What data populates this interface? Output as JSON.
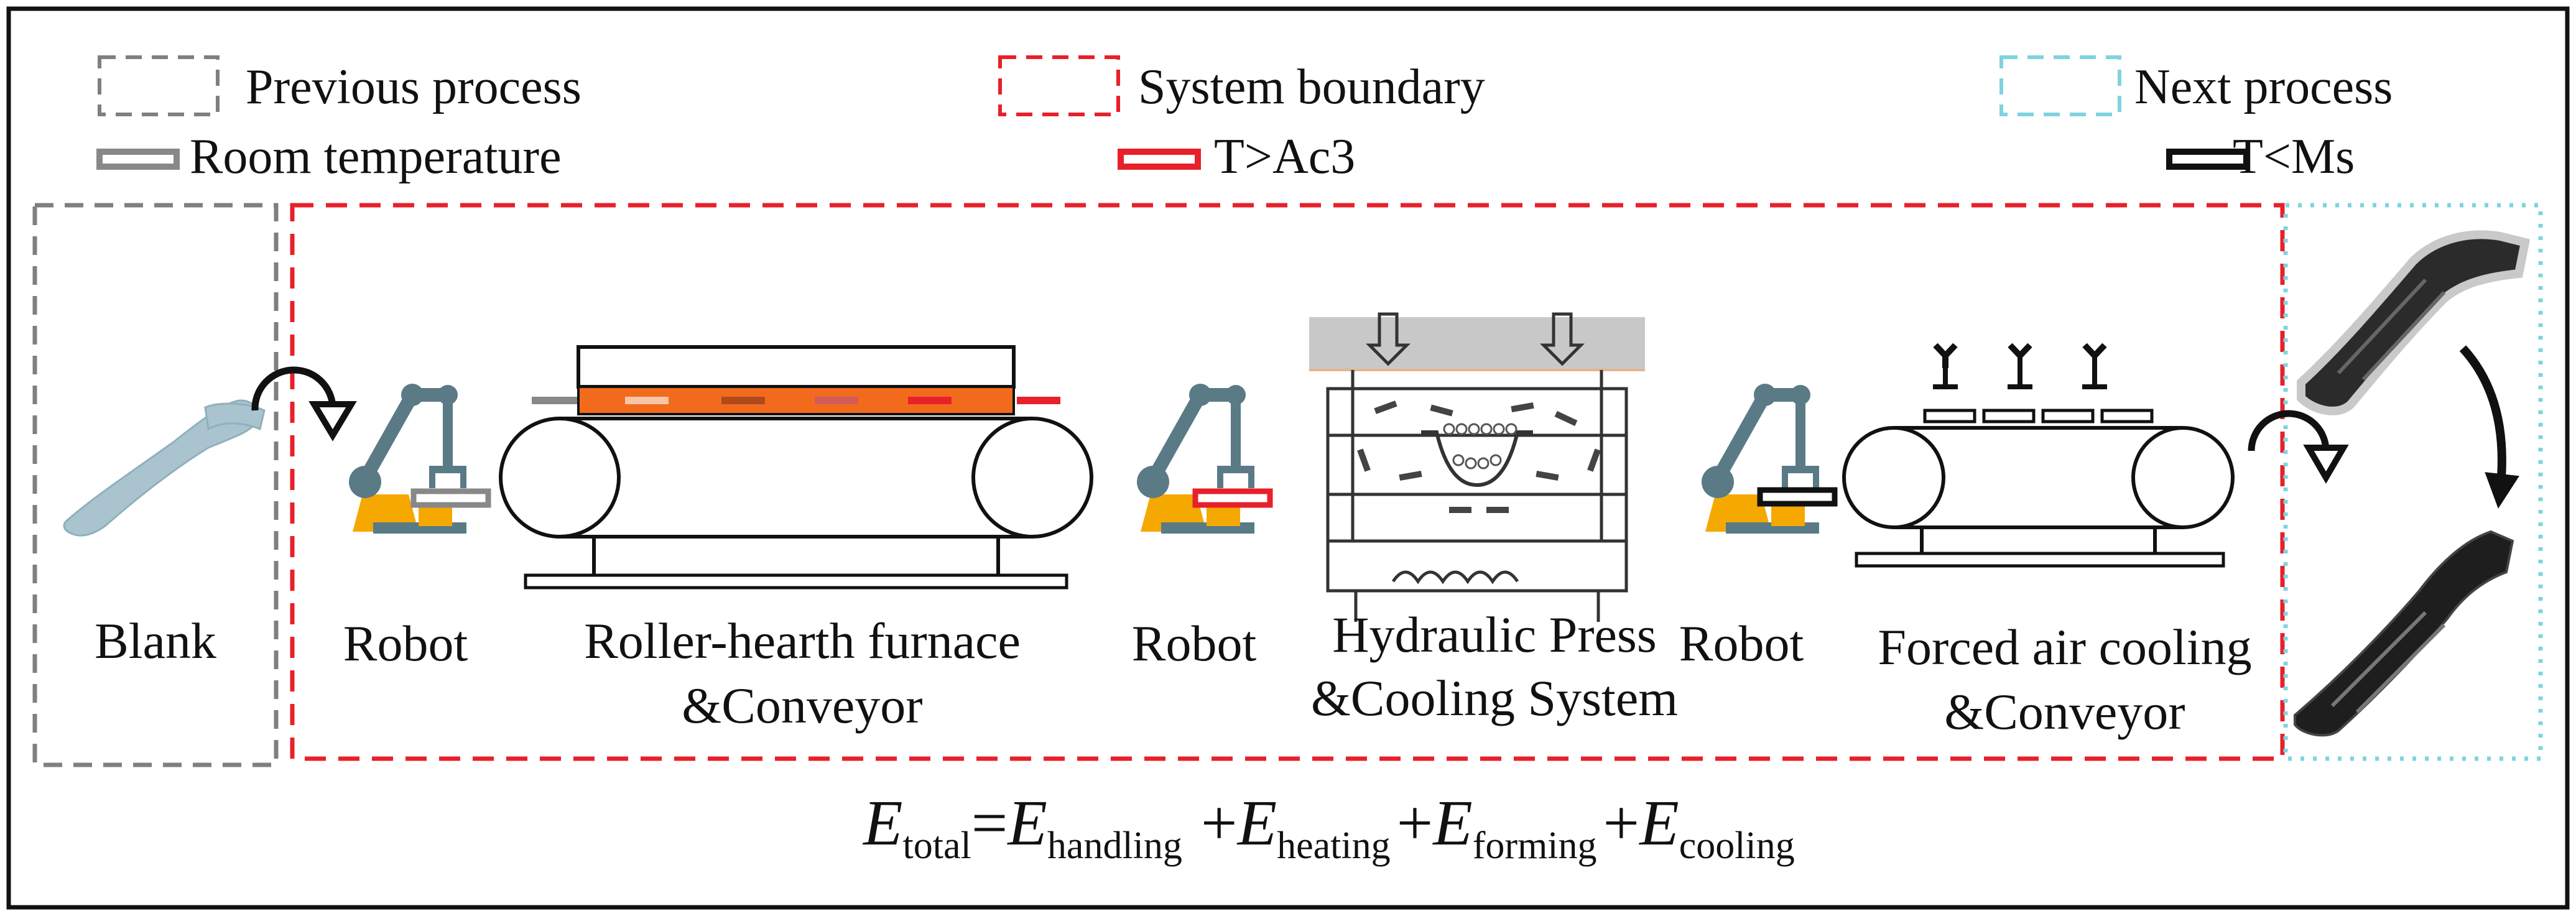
{
  "legend": {
    "previous_process": "Previous process",
    "system_boundary": "System boundary",
    "next_process": "Next process",
    "room_temperature": "Room temperature",
    "t_ac3": "T>Ac3",
    "t_ms": "T<Ms"
  },
  "labels": {
    "blank": "Blank",
    "robot_1": "Robot",
    "furnace_line1": "Roller-hearth furnace",
    "furnace_line2": "&Conveyor",
    "robot_2": "Robot",
    "press_line1": "Hydraulic Press",
    "press_line2": "&Cooling System",
    "robot_3": "Robot",
    "cooling_line1": "Forced air cooling",
    "cooling_line2": "&Conveyor"
  },
  "equation": {
    "e": "E",
    "eq": "=",
    "plus": "+",
    "total": "total",
    "handling": "handling",
    "heating": "heating",
    "forming": "forming",
    "cooling": "cooling"
  },
  "colors": {
    "previous_process": "#7f7f7f",
    "system_boundary": "#e8202a",
    "next_process": "#7fd3e0",
    "room_temperature": "#888888",
    "hot": "#e8202a",
    "cold": "#111111",
    "robot_arm": "#5a7a86",
    "robot_base": "#f5a800",
    "heating_strip": "#f26b1d",
    "press_top": "#c8c8c8",
    "blank_part": "#a9c4cf"
  }
}
